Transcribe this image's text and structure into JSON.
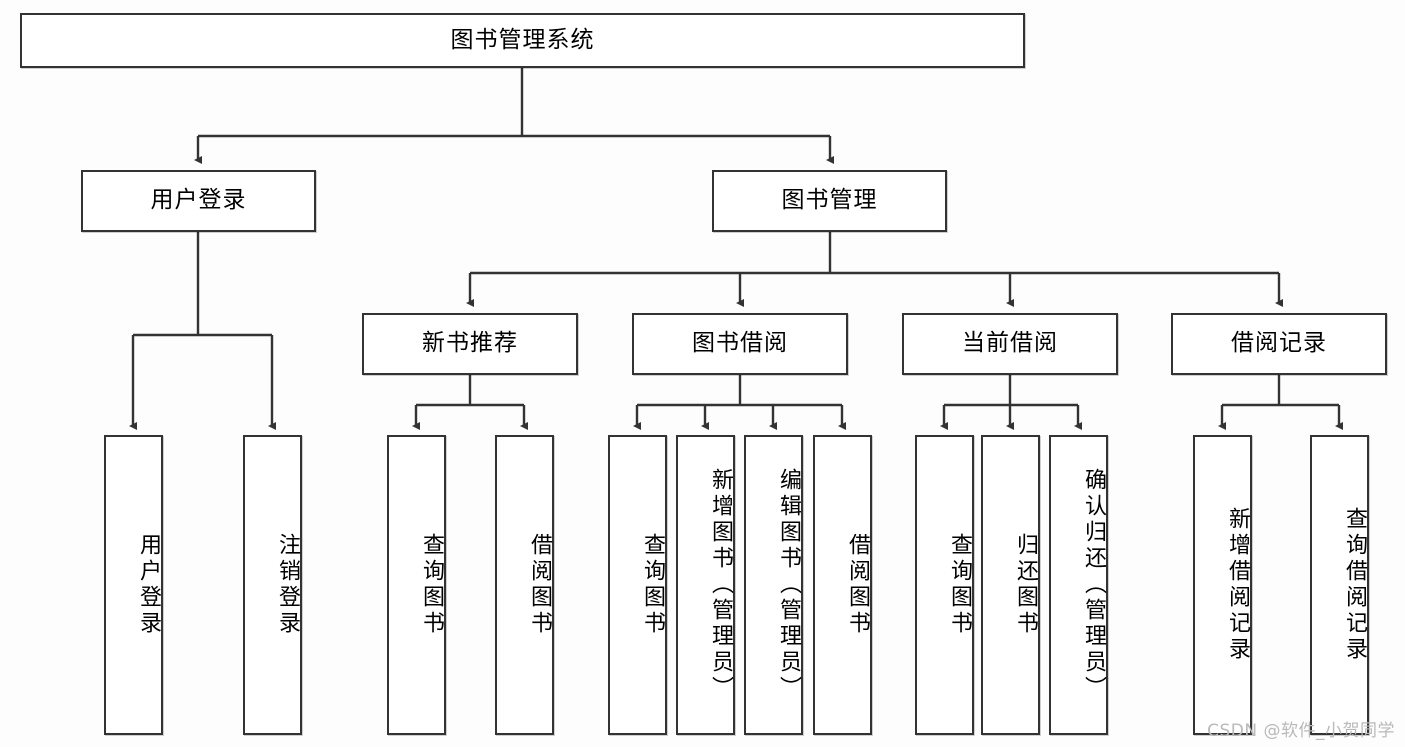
{
  "diagram": {
    "title": "图书管理系统",
    "type": "tree-hierarchy",
    "colors": {
      "background": "#fdfdfd",
      "node_fill": "#ffffff",
      "node_border": "#333333",
      "edge": "#333333",
      "text": "#000000",
      "watermark": "#b9b9b9"
    },
    "watermark": "CSDN @软件_小贺同学",
    "nodes": {
      "root": {
        "label": "图书管理系统"
      },
      "level1": [
        {
          "id": "user-login",
          "label": "用户登录"
        },
        {
          "id": "book-manage",
          "label": "图书管理"
        }
      ],
      "level2": [
        {
          "id": "new-book-recommend",
          "label": "新书推荐"
        },
        {
          "id": "book-borrow",
          "label": "图书借阅"
        },
        {
          "id": "current-borrow",
          "label": "当前借阅"
        },
        {
          "id": "borrow-record",
          "label": "借阅记录"
        }
      ],
      "leaves": [
        {
          "id": "leaf-user-login",
          "label": "用户登录",
          "parent": "user-login"
        },
        {
          "id": "leaf-user-logout",
          "label": "注销登录",
          "parent": "user-login"
        },
        {
          "id": "leaf-query-book-1",
          "label": "查询图书",
          "parent": "new-book-recommend"
        },
        {
          "id": "leaf-borrow-book-1",
          "label": "借阅图书",
          "parent": "new-book-recommend"
        },
        {
          "id": "leaf-query-book-2",
          "label": "查询图书",
          "parent": "book-borrow"
        },
        {
          "id": "leaf-add-book",
          "label": "新增图书（管理员）",
          "parent": "book-borrow"
        },
        {
          "id": "leaf-edit-book",
          "label": "编辑图书（管理员）",
          "parent": "book-borrow"
        },
        {
          "id": "leaf-borrow-book-2",
          "label": "借阅图书",
          "parent": "book-borrow"
        },
        {
          "id": "leaf-query-book-3",
          "label": "查询图书",
          "parent": "current-borrow"
        },
        {
          "id": "leaf-return-book",
          "label": "归还图书",
          "parent": "current-borrow"
        },
        {
          "id": "leaf-confirm-return",
          "label": "确认归还（管理员）",
          "parent": "current-borrow"
        },
        {
          "id": "leaf-add-record",
          "label": "新增借阅记录",
          "parent": "borrow-record"
        },
        {
          "id": "leaf-query-record",
          "label": "查询借阅记录",
          "parent": "borrow-record"
        }
      ]
    }
  }
}
